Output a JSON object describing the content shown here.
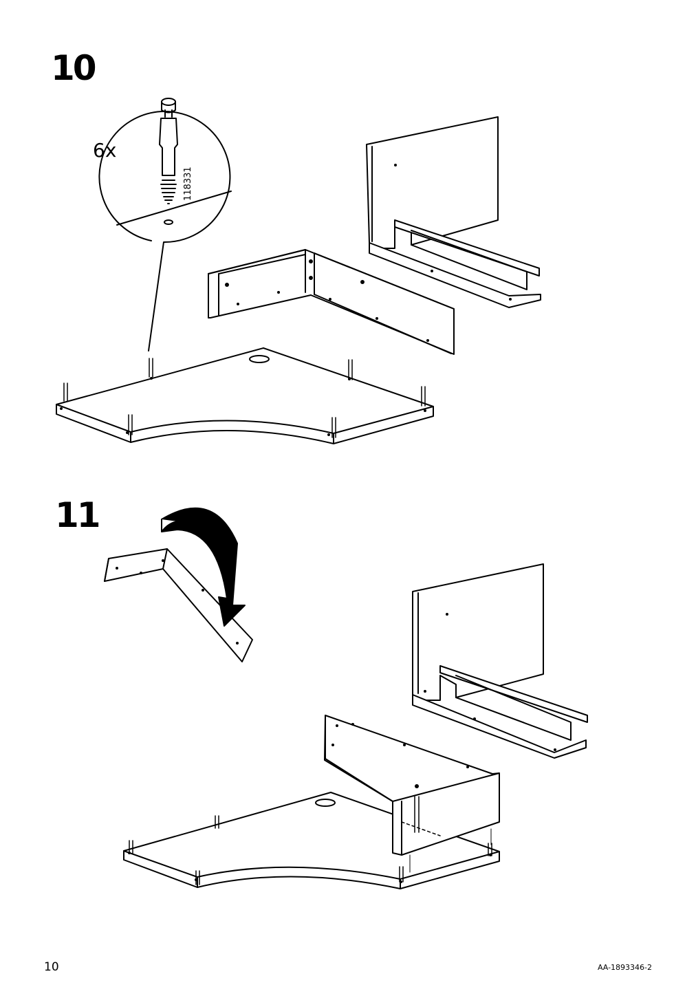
{
  "steps": [
    {
      "number": "10",
      "callout": {
        "quantity": "6x",
        "part_number": "118331"
      }
    },
    {
      "number": "11"
    }
  ],
  "footer": {
    "page_number": "10",
    "document_code": "AA-1893346-2"
  }
}
